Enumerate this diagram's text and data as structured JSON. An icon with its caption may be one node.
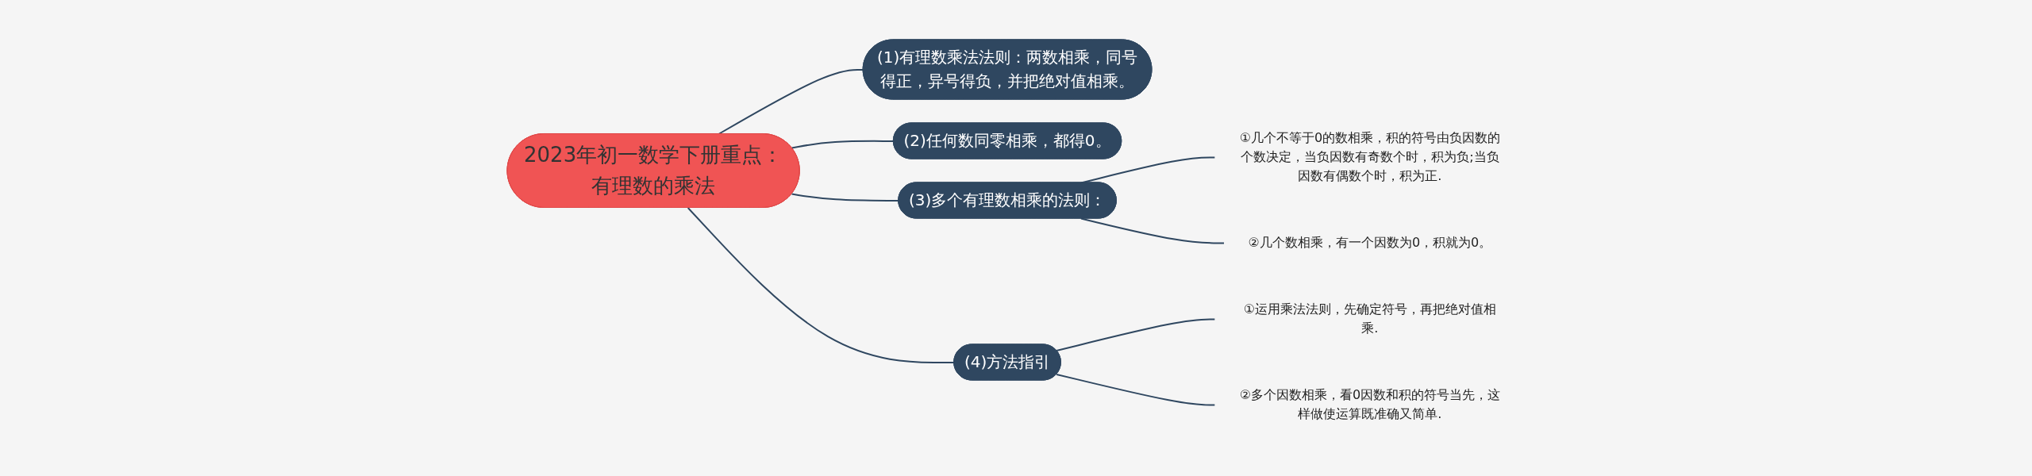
{
  "diagram": {
    "nodes": [
      {
        "text": [
          "2023年初一数学下册重点：有理数的乘法"
        ]
      },
      {
        "text": [
          "(1)有理数乘法法则：两数相乘，同号得正，异号得负，并把绝对值相乘。"
        ]
      },
      {
        "text": [
          "(2)任何数同零相乘，都得0。"
        ]
      },
      {
        "text": [
          "(3)多个有理数相乘的法则："
        ]
      },
      {
        "text": [
          "(4)方法指引"
        ]
      },
      {
        "text": [
          "①几个不等于0的数相乘，积的符号由负因数的个数决定，当负因数有奇数个时，积为负;当负因数有偶数个时，积为正."
        ]
      },
      {
        "text": [
          "②几个数相乘，有一个因数为0，积就为0。"
        ]
      },
      {
        "text": [
          "①运用乘法法则，先确定符号，再把绝对值相乘."
        ]
      },
      {
        "text": [
          "②多个因数相乘，看0因数和积的符号当先，这样做使运算既准确又简单."
        ]
      }
    ],
    "edges": [
      {
        "from": 0,
        "to": 1,
        "arrow": "none"
      },
      {
        "from": 0,
        "to": 2,
        "arrow": "none"
      },
      {
        "from": 0,
        "to": 3,
        "arrow": "none"
      },
      {
        "from": 0,
        "to": 4,
        "arrow": "none"
      },
      {
        "from": 3,
        "to": 5,
        "arrow": "none"
      },
      {
        "from": 3,
        "to": 6,
        "arrow": "none"
      },
      {
        "from": 4,
        "to": 7,
        "arrow": "none"
      },
      {
        "from": 4,
        "to": 8,
        "arrow": "none"
      }
    ]
  }
}
